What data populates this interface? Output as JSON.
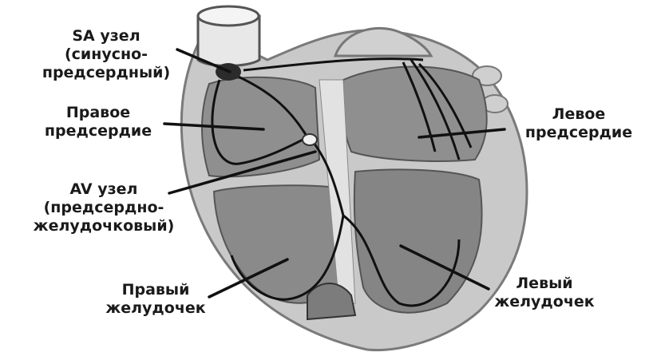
{
  "labels": {
    "sa_node": [
      "SA узел",
      "(синусно-",
      "предсердный)"
    ],
    "right_atrium": [
      "Правое",
      "предсердие"
    ],
    "av_node": [
      "AV узел",
      "(предсердно-",
      "желудочковый)"
    ],
    "right_ventricle": [
      "Правый",
      "желудочек"
    ],
    "left_atrium": [
      "Левое",
      "предсердие"
    ],
    "left_ventricle": [
      "Левый",
      "желудочек"
    ]
  },
  "colors": {
    "heart_outer": "#c8c8c8",
    "chamber": "#8e8e8e",
    "conduction_path": "#111111",
    "septum": "#e6e6e6"
  }
}
